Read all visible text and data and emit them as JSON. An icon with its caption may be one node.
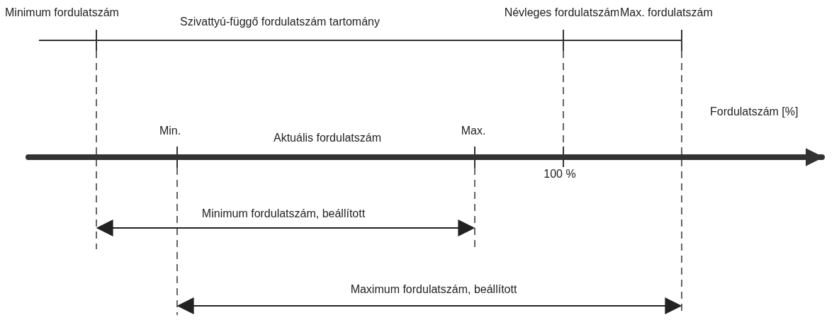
{
  "diagram": {
    "labels": [
      "Minimum fordulatszám",
      "Szivattyú-függő fordulatszám tartomány",
      "Névleges fordulatszám",
      "Max. fordulatszám",
      "Fordulatszám [%]",
      "Min.",
      "Aktuális fordulatszám",
      "Max.",
      "100 %",
      "Minimum fordulatszám, beállított",
      "Maximum fordulatszám, beállított"
    ]
  }
}
